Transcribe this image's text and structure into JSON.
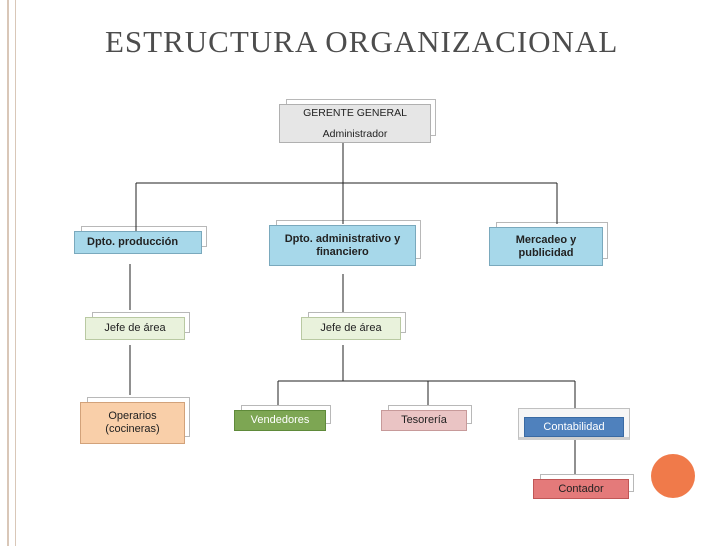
{
  "title": "ESTRUCTURA ORGANIZACIONAL",
  "colors": {
    "rail": "#d9c7b8",
    "accent": "#f07a4a",
    "top_box": "#e6e6e6",
    "blue_box": "#a7d8ea",
    "green_box": "#e9f2dc",
    "orange_box": "#f9cfa9",
    "sales_box": "#7da653",
    "treasury_box": "#eac4c4",
    "accounting_box": "#4f81bd",
    "accountant_box": "#e47a7a"
  },
  "nodes": {
    "gerente": {
      "line1": "GERENTE GENERAL",
      "line2": "Administrador"
    },
    "produccion": "Dpto. producción",
    "administrativo": "Dpto. administrativo y financiero",
    "mercadeo": "Mercadeo y publicidad",
    "jefe_produccion": "Jefe de área",
    "jefe_administrativo": "Jefe de área",
    "operarios": "Operarios (cocineras)",
    "vendedores": "Vendedores",
    "tesoreria": "Tesorería",
    "contabilidad": "Contabilidad",
    "contador": "Contador"
  }
}
